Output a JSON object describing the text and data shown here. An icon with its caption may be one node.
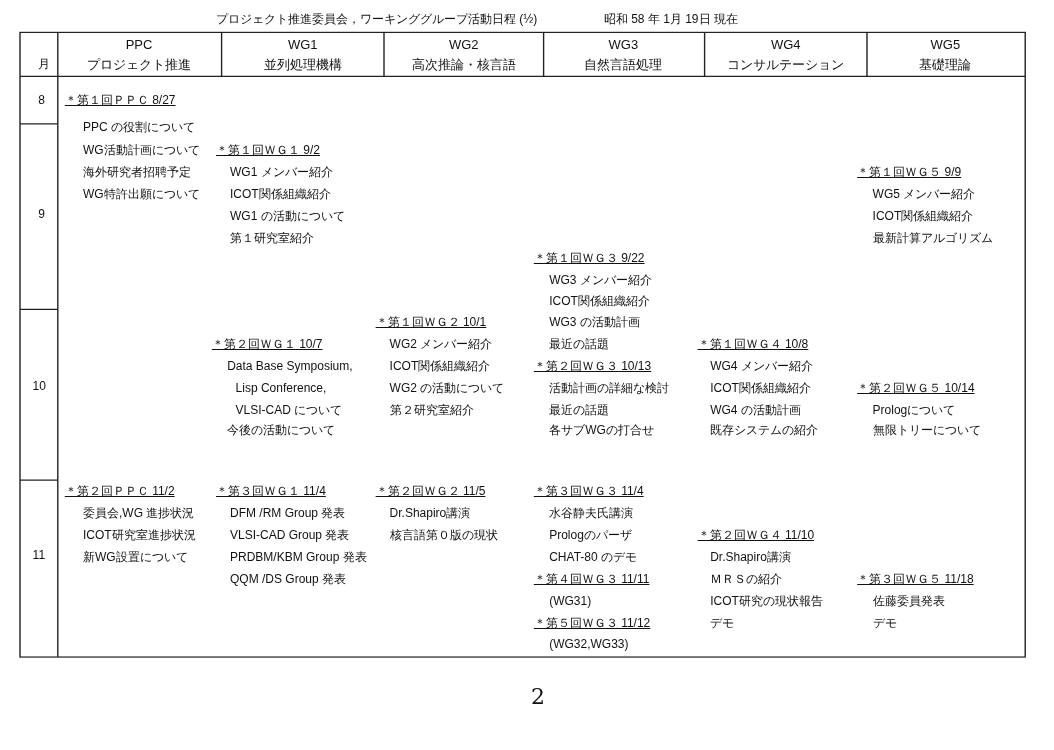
{
  "diagram": {
    "title": "プロジェクト推進委員会，ワーキンググループ活動日程 (½)",
    "labels": [
      "昭和 58 年 1月 19日 現在",
      "PPC",
      "WG1",
      "WG2",
      "WG3",
      "WG4",
      "WG5",
      "月",
      "プロジェクト推進",
      "並列処理機構",
      "高次推論・核言語",
      "自然言語処理",
      "コンサルテーション",
      "基礎理論",
      "8",
      "＊第１回ＰＰＣ 8/27",
      "PPC の役割について",
      "WG活動計画について",
      "＊第１回ＷＧ１ 9/2",
      "海外研究者招聘予定",
      "WG1 メンバー紹介",
      "＊第１回ＷＧ５ 9/9",
      "WG特許出願について",
      "ICOT関係組織紹介",
      "WG5 メンバー紹介",
      "9",
      "WG1 の活動について",
      "ICOT関係組織紹介",
      "第１研究室紹介",
      "最新計算アルゴリズム",
      "＊第１回ＷＧ３ 9/22",
      "WG3 メンバー紹介",
      "ICOT関係組織紹介",
      "＊第１回ＷＧ２ 10/1",
      "WG3 の活動計画",
      "＊第２回ＷＧ１ 10/7",
      "WG2 メンバー紹介",
      "最近の話題",
      "＊第１回ＷＧ４ 10/8",
      "Data Base Symposium,",
      "ICOT関係組織紹介",
      "＊第２回ＷＧ３ 10/13",
      "WG4 メンバー紹介",
      "10",
      "Lisp Conference,",
      "WG2 の活動について",
      "活動計画の詳細な検討",
      "ICOT関係組織紹介",
      "＊第２回ＷＧ５ 10/14",
      "VLSI-CAD について",
      "第２研究室紹介",
      "最近の話題",
      "WG4 の活動計画",
      "Prologについて",
      "今後の活動について",
      "各サブWGの打合せ",
      "既存システムの紹介",
      "無限トリーについて",
      "＊第２回ＰＰＣ 11/2",
      "＊第３回ＷＧ１ 11/4",
      "＊第２回ＷＧ２ 11/5",
      "＊第３回ＷＧ３ 11/4",
      "委員会,WG 進捗状況",
      "DFM /RM Group 発表",
      "Dr.Shapiro講演",
      "水谷静夫氏講演",
      "ICOT研究室進捗状況",
      "VLSI-CAD Group 発表",
      "核言語第０版の現状",
      "Prologのパーザ",
      "＊第２回ＷＧ４ 11/10",
      "11",
      "新WG設置について",
      "PRDBM/KBM Group 発表",
      "CHAT-80 のデモ",
      "Dr.Shapiro講演",
      "QQM /DS Group 発表",
      "＊第４回ＷＧ３ 11/11",
      "ＭＲＳの紹介",
      "＊第３回ＷＧ５ 11/18",
      "(WG31)",
      "ICOT研究の現状報告",
      "佐藤委員発表",
      "＊第５回ＷＧ３ 11/12",
      "デモ",
      "デモ",
      "(WG32,WG33)",
      "2"
    ]
  }
}
